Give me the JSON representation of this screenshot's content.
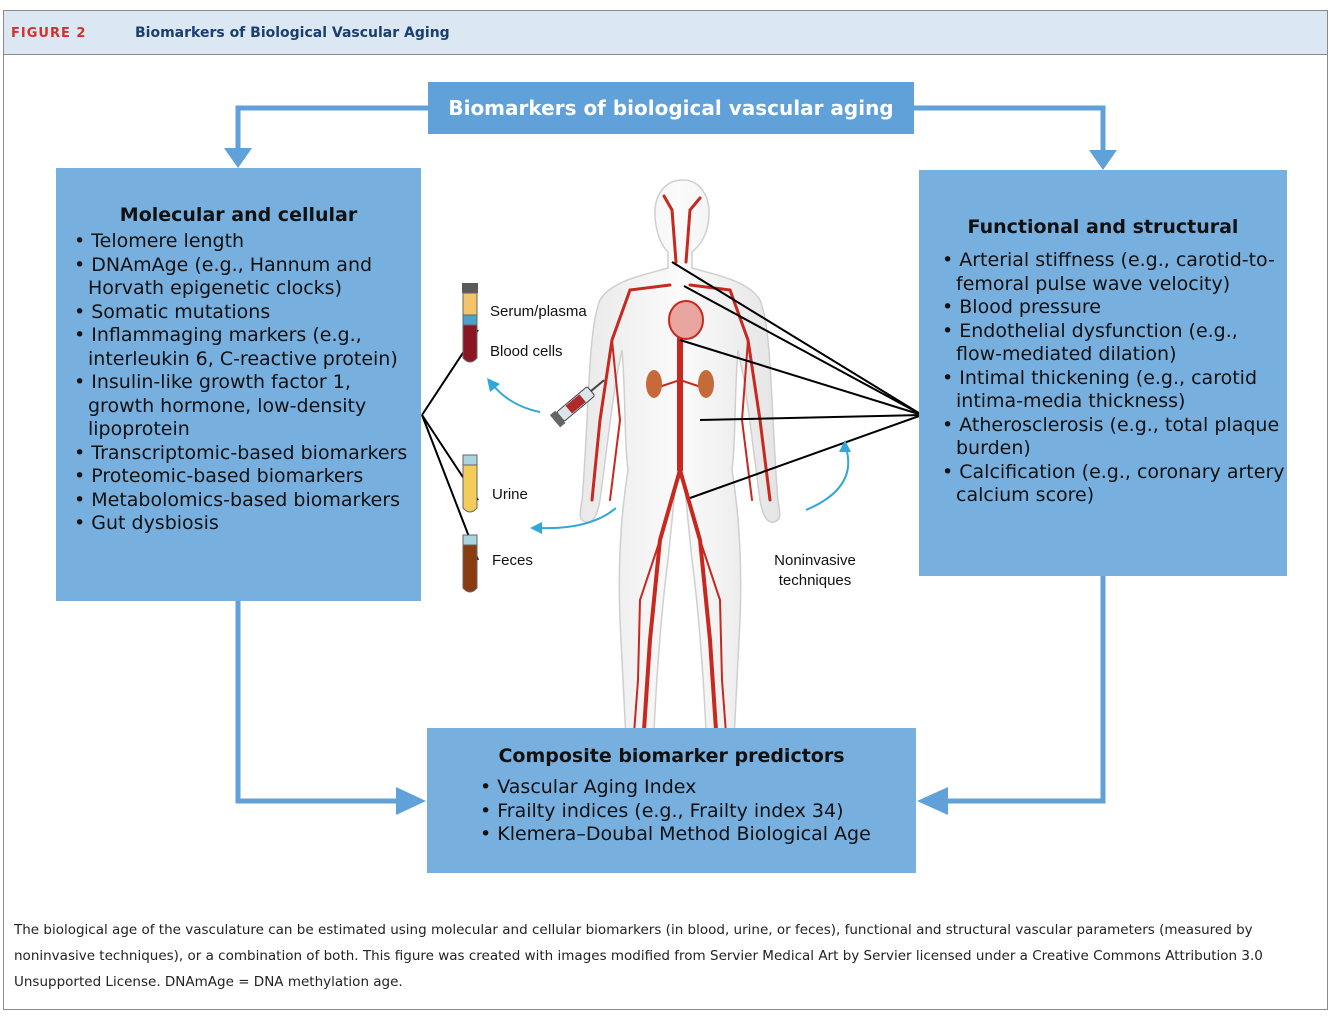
{
  "header": {
    "figure_label": "FIGURE 2",
    "figure_title": "Biomarkers of Biological Vascular Aging"
  },
  "top_box": {
    "title": "Biomarkers of biological vascular aging"
  },
  "molecular": {
    "title": "Molecular and cellular",
    "items": [
      "Telomere length",
      "DNAmAge (e.g., Hannum and Horvath epigenetic clocks)",
      "Somatic mutations",
      "Inflammaging markers (e.g., interleukin 6, C-reactive protein)",
      "Insulin-like growth factor 1, growth hormone, low-density lipoprotein",
      "Transcriptomic-based biomarkers",
      "Proteomic-based biomarkers",
      "Metabolomics-based biomarkers",
      "Gut dysbiosis"
    ]
  },
  "functional": {
    "title": "Functional and structural",
    "items": [
      "Arterial stiffness (e.g., carotid-to-femoral pulse wave velocity)",
      "Blood pressure",
      "Endothelial dysfunction (e.g., flow-mediated dilation)",
      "Intimal thickening (e.g., carotid intima-media thickness)",
      "Atherosclerosis (e.g., total plaque burden)",
      "Calcification (e.g., coronary artery calcium score)"
    ]
  },
  "composite": {
    "title": "Composite biomarker predictors",
    "items": [
      "Vascular Aging Index",
      "Frailty indices (e.g., Frailty index 34)",
      "Klemera–Doubal Method Biological Age"
    ]
  },
  "samples": {
    "serum": "Serum/plasma",
    "blood_cells": "Blood cells",
    "urine": "Urine",
    "feces": "Feces"
  },
  "noninvasive": {
    "line1": "Noninvasive",
    "line2": "techniques"
  },
  "caption": "The biological age of the vasculature can be estimated using molecular and cellular biomarkers (in blood, urine, or feces), functional and structural vascular parameters (measured by noninvasive techniques), or a combination of both. This figure was created with images modified from Servier Medical Art by Servier licensed under a Creative Commons Attribution 3.0 Unsupported License. DNAmAge = DNA methylation age.",
  "colors": {
    "box": "#77afde",
    "title_box": "#5fa1d8",
    "arrow": "#5fa1d8",
    "artery": "#c8281e",
    "figure_label": "#d0312d",
    "header_bg": "#dbe8f3"
  }
}
